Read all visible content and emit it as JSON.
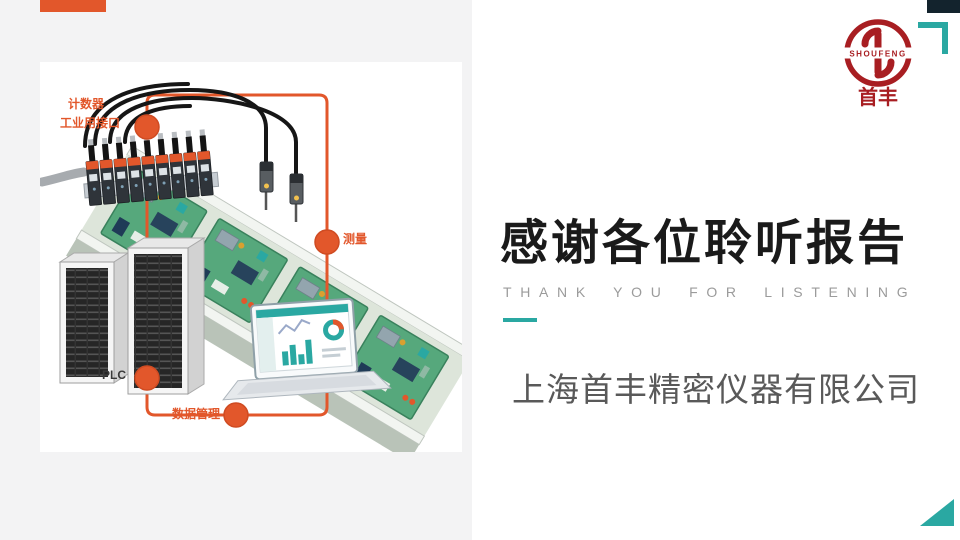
{
  "title_block": {
    "title": "感谢各位聆听报告",
    "subtitle": "THANK YOU FOR LISTENING",
    "company": "上海首丰精密仪器有限公司"
  },
  "logo": {
    "brand_en": "SHOUFENG",
    "brand_cn": "首丰"
  },
  "diagram": {
    "labels": {
      "counter": "计数器",
      "interface": "工业用接口",
      "measure": "测量",
      "plc": "PLC",
      "data_management": "数据管理"
    }
  },
  "colors": {
    "accent_orange": "#E2572B",
    "accent_teal": "#2AA8A2",
    "logo_red": "#A81E22",
    "dark_corner": "#13232D",
    "title_black": "#1A1A1A",
    "subtitle_gray": "#9B9B9B",
    "company_gray": "#595959",
    "pcb_green": "#56A87C"
  }
}
